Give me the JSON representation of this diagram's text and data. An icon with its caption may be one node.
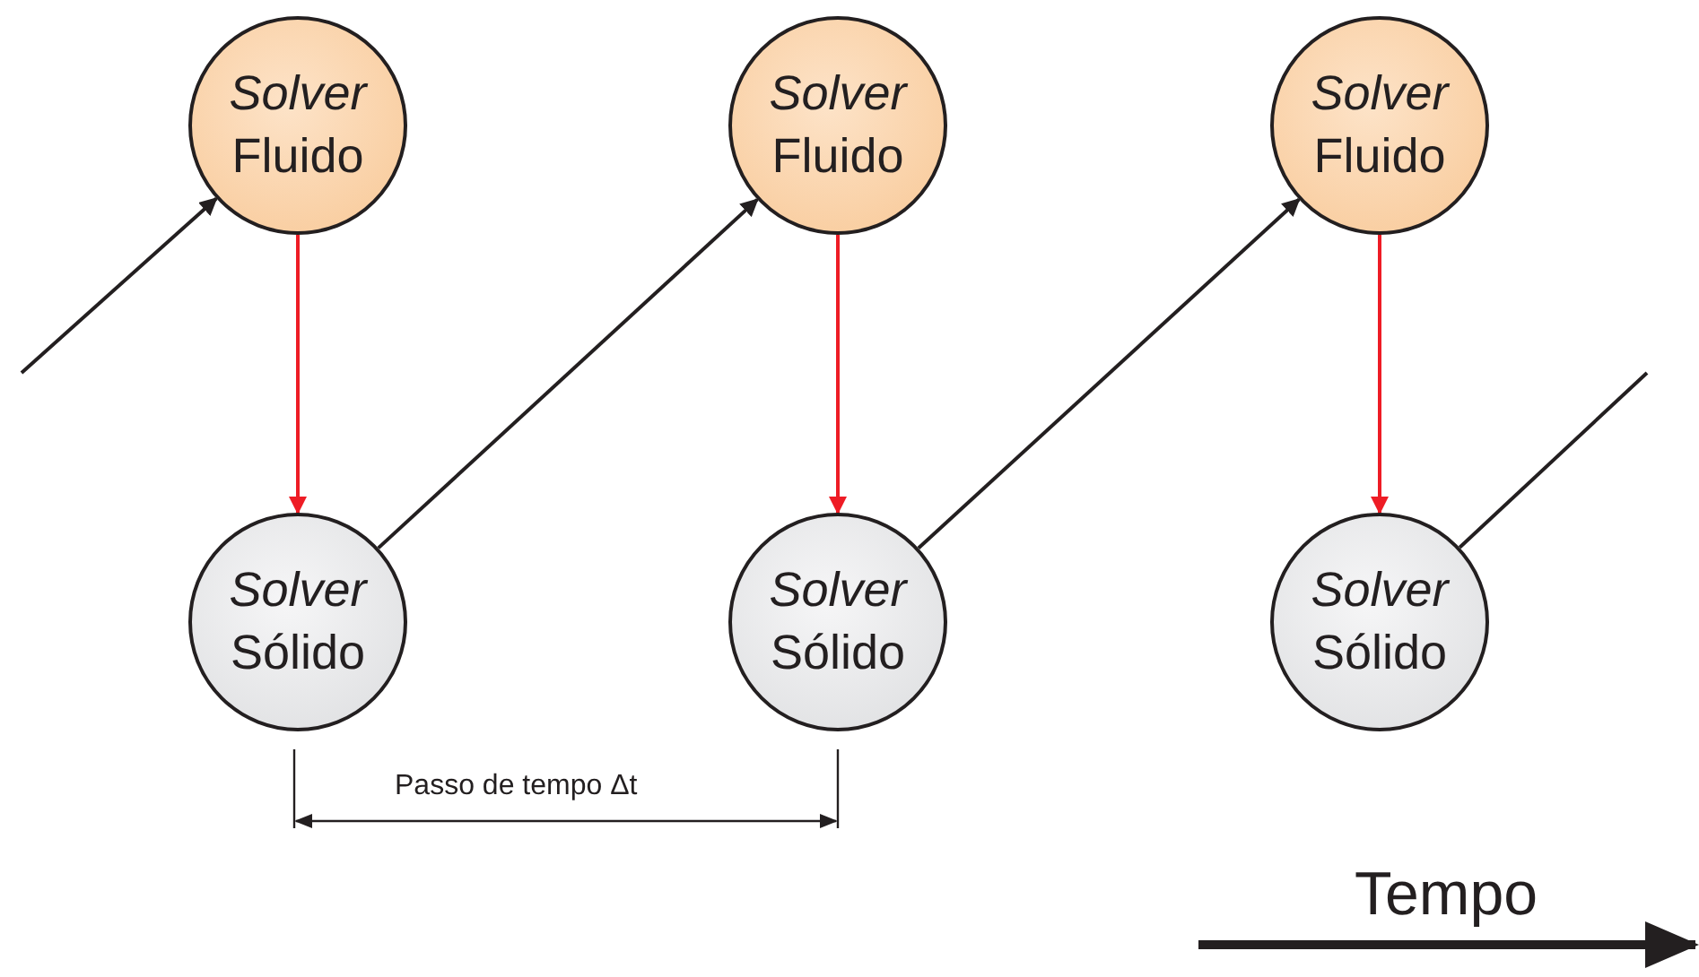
{
  "diagram": {
    "nodes": [
      {
        "text": [
          "*Solver* Fluido"
        ]
      },
      {
        "text": [
          "*Solver* Fluido"
        ]
      },
      {
        "text": [
          "*Solver* Fluido"
        ]
      },
      {
        "text": [
          "*Solver* Sólido"
        ]
      },
      {
        "text": [
          "*Solver* Sólido"
        ]
      },
      {
        "text": [
          "*Solver* Sólido"
        ]
      }
    ],
    "edges": [
      {
        "from": null,
        "to": 0,
        "arrow": "to"
      },
      {
        "from": 0,
        "to": 3,
        "arrow": "to",
        "color": "#ee1c25"
      },
      {
        "from": 3,
        "to": 1,
        "arrow": "to"
      },
      {
        "from": 1,
        "to": 4,
        "arrow": "to",
        "color": "#ee1c25"
      },
      {
        "from": 4,
        "to": 2,
        "arrow": "to"
      },
      {
        "from": 2,
        "to": 5,
        "arrow": "to",
        "color": "#ee1c25"
      },
      {
        "from": 5,
        "to": null,
        "arrow": "none"
      }
    ],
    "labels": [
      "Passo de tempo Δt",
      "Tempo"
    ]
  }
}
